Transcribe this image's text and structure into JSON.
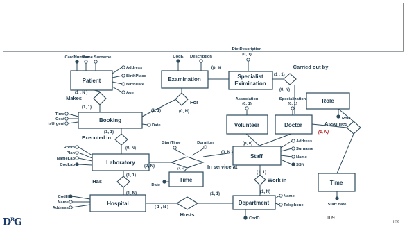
{
  "slide": {
    "page_number": "109",
    "footer_page_number": "109",
    "logo": "DBG"
  },
  "entities": {
    "patient": "Patient",
    "examination": "Examination",
    "specialist_examination": "Specialist\nExamination",
    "booking": "Booking",
    "laboratory": "Laboratory",
    "hospital": "Hospital",
    "volunteer": "Volunteer",
    "doctor": "Doctor",
    "staff": "Staff",
    "department": "Department",
    "role": "Role",
    "time_lab": "Time",
    "time_role": "Time"
  },
  "relationships": {
    "makes": "Makes",
    "for": "For",
    "carried_out_by": "Carried out by",
    "executed_in": "Executed in",
    "has": "Has",
    "in_service_at": "In service at",
    "work_in": "Work in",
    "assumes": "Assumes",
    "hosts": "Hosts"
  },
  "attributes": {
    "patient": [
      "CardNumber",
      "Name",
      "Surname",
      "Address",
      "BirthPlace",
      "BirthDate",
      "Age"
    ],
    "examination": [
      "CodE",
      "Description"
    ],
    "specialist": [
      "DietDescription",
      "(0, 1)"
    ],
    "booking": [
      "Time",
      "Cost",
      "isUrgent",
      "Date"
    ],
    "laboratory": [
      "Room",
      "Plan",
      "NameLab",
      "CodLab"
    ],
    "in_service": [
      "StartTime",
      "Duration"
    ],
    "time_lab": [
      "Date"
    ],
    "hospital": [
      "CodH",
      "Name",
      "Address"
    ],
    "volunteer": [
      "Association",
      "(0, 1)"
    ],
    "doctor": [
      "Specialization",
      "(0, 1)"
    ],
    "staff": [
      "Address",
      "Surname",
      "Name",
      "SSN"
    ],
    "department": [
      "Name",
      "Telephone",
      "CodD"
    ],
    "role": [
      "Role"
    ],
    "time_role": [
      "Start date"
    ]
  },
  "cardinalities": {
    "patient_makes": "(1 , N )",
    "booking_makes": "(1, 1)",
    "exam_for": "(0, N)",
    "booking_for": "(1, 1)",
    "specialist_carried": "(1 , 1)",
    "doctor_carried": "(0, N)",
    "booking_exec": "(1, 1)",
    "lab_exec": "(0, N)",
    "lab_has_top": "(1, 1)",
    "lab_has_bottom": "(1, N)",
    "lab_inservice": "(0, N)",
    "staff_inservice": "(0, N )",
    "time_inservice": "(1, N)",
    "staff_workin": "(1, 1)",
    "dept_workin": "(1, N)",
    "hospital_hosts": "( 1 , N )",
    "dept_hosts": "(1, 1)",
    "role_assumes": "(1, N)"
  },
  "generalizations": {
    "examination": "(p, e)",
    "staff": "(p, e)"
  }
}
